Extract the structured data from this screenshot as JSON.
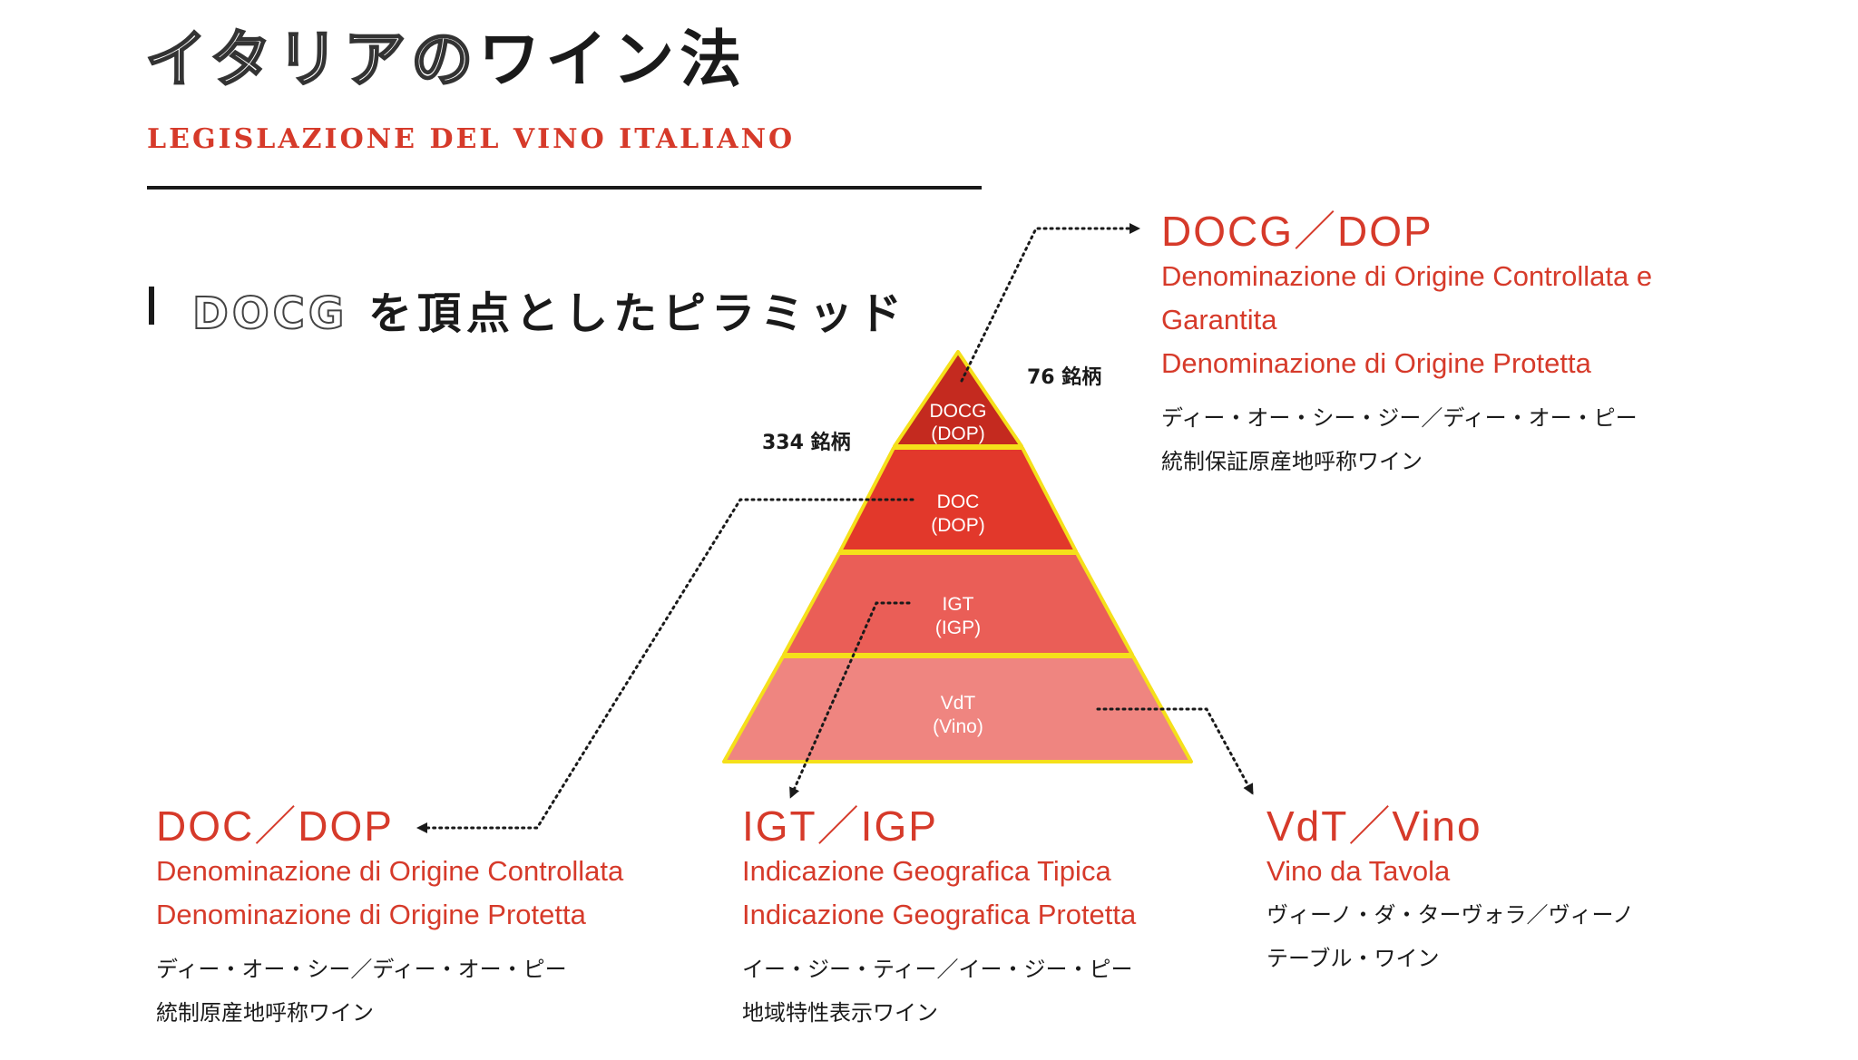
{
  "header": {
    "title_outline": "イタリアの",
    "title_solid": "ワイン法",
    "subtitle": "LEGISLAZIONE DEL VINO ITALIANO"
  },
  "section": {
    "heading_outline": "DOCG",
    "heading_rest": "を頂点としたピラミッド"
  },
  "pyramid": {
    "tiers": [
      {
        "line1": "DOCG",
        "line2": "(DOP)",
        "color": "#c42a1f"
      },
      {
        "line1": "DOC",
        "line2": "(DOP)",
        "color": "#e2382b"
      },
      {
        "line1": "IGT",
        "line2": "(IGP)",
        "color": "#ea5e57"
      },
      {
        "line1": "VdT",
        "line2": "(Vino)",
        "color": "#ef8580"
      }
    ],
    "outline_color": "#f5e01a",
    "counts": {
      "docg": "76 銘柄",
      "doc": "334 銘柄"
    }
  },
  "categories": {
    "docg": {
      "code": "DOCG／DOP",
      "italian": [
        "Denominazione di Origine Controllata e",
        "Garantita",
        "Denominazione di Origine Protetta"
      ],
      "reading": "ディー・オー・シー・ジー／ディー・オー・ピー",
      "japanese": "統制保証原産地呼称ワイン"
    },
    "doc": {
      "code": "DOC／DOP",
      "italian": [
        "Denominazione di Origine Controllata",
        "Denominazione di Origine Protetta"
      ],
      "reading": "ディー・オー・シー／ディー・オー・ピー",
      "japanese": "統制原産地呼称ワイン"
    },
    "igt": {
      "code": "IGT／IGP",
      "italian": [
        "Indicazione Geografica Tipica",
        "Indicazione Geografica Protetta"
      ],
      "reading": "イー・ジー・ティー／イー・ジー・ピー",
      "japanese": "地域特性表示ワイン"
    },
    "vdt": {
      "code": "VdT／Vino",
      "italian": [
        "Vino da Tavola"
      ],
      "reading": "ヴィーノ・ダ・ターヴォラ／ヴィーノ",
      "japanese": "テーブル・ワイン"
    }
  },
  "colors": {
    "accent": "#d63a2a",
    "text": "#1a1a1a"
  }
}
